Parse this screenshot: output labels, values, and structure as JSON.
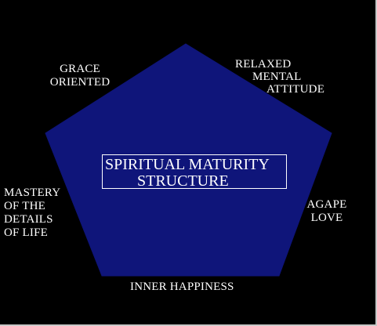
{
  "colors": {
    "background": "#000000",
    "pentagon_fill": "#0f157a",
    "text": "#ffffff"
  },
  "diagram": {
    "title_line1": "SPIRITUAL MATURITY",
    "title_line2": "STRUCTURE",
    "labels": {
      "grace_oriented": "GRACE\nORIENTED",
      "relaxed_mental_attitude_line1": "RELAXED",
      "relaxed_mental_attitude_line2": "MENTAL",
      "relaxed_mental_attitude_line3": "ATTITUDE",
      "mastery": "MASTERY\nOF THE\nDETAILS\nOF LIFE",
      "agape_love": "AGAPE\nLOVE",
      "inner_happiness": "INNER HAPPINESS"
    }
  }
}
